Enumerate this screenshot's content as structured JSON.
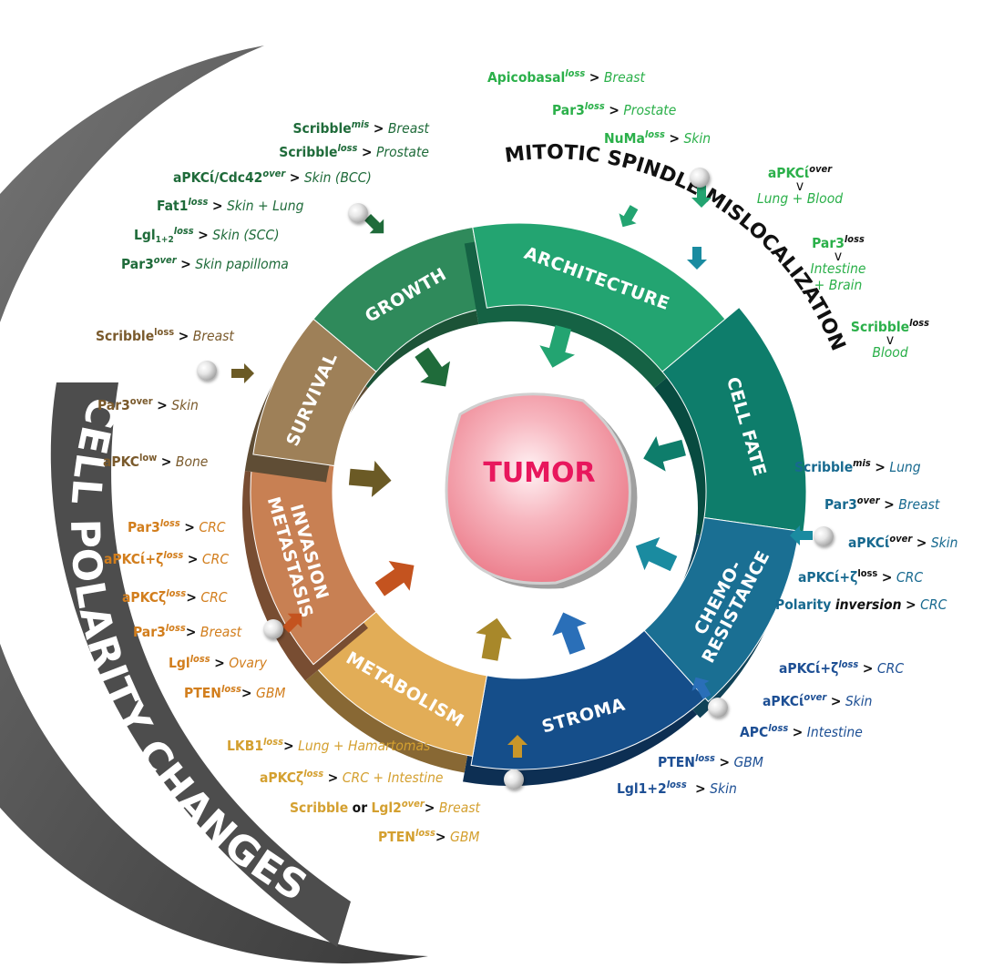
{
  "outer_title": "CELL POLARITY CHANGES",
  "spindle_title": "MITOTIC SPINDLE MISLOCALIZATION",
  "center_label": "TUMOR",
  "segments": [
    {
      "id": "growth",
      "label": "GROWTH",
      "color": "#2f8a5b"
    },
    {
      "id": "architecture",
      "label": "ARCHITECTURE",
      "color": "#23a471"
    },
    {
      "id": "cell-fate",
      "label": "CELL FATE",
      "color": "#0e7d6b"
    },
    {
      "id": "chemoresistance",
      "label_lines": [
        "CHEMO-",
        "RESISTANCE"
      ],
      "color": "#1a6f93"
    },
    {
      "id": "stroma",
      "label": "STROMA",
      "color": "#154e8a"
    },
    {
      "id": "metabolism",
      "label": "METABOLISM",
      "color": "#e2ad57"
    },
    {
      "id": "invasion",
      "label_lines": [
        "INVASION",
        "METASTASIS"
      ],
      "color": "#c88053"
    },
    {
      "id": "survival",
      "label": "SURVIVAL",
      "color": "#9e8058"
    }
  ],
  "annotations": {
    "growth": [
      {
        "gene": "Scribble",
        "sup": "mis",
        "tissue": "Breast"
      },
      {
        "gene": "Scribble",
        "sup": "loss",
        "tissue": "Prostate"
      },
      {
        "gene": "aPKCί/Cdc42",
        "sup": "over",
        "tissue": "Skin (BCC)"
      },
      {
        "gene": "Fat1",
        "sup": "loss",
        "tissue": "Skin + Lung"
      },
      {
        "gene": "Lgl",
        "sub": "1+2",
        "sup": "loss",
        "tissue": "Skin (SCC)"
      },
      {
        "gene": "Par3",
        "sup": "over",
        "tissue": "Skin papilloma"
      }
    ],
    "architecture": [
      {
        "gene": "Apicobasal",
        "sup": "loss",
        "tissue": "Breast"
      },
      {
        "gene": "Par3",
        "sup": "loss",
        "tissue": "Prostate"
      },
      {
        "gene": "NuMa",
        "sup": "loss",
        "tissue": "Skin"
      }
    ],
    "spindle": [
      {
        "gene": "aPKCί",
        "sup": "over",
        "mark": "v",
        "tissue": "Lung + Blood"
      },
      {
        "gene": "Par3",
        "sup": "loss",
        "mark": "v",
        "tissue_lines": [
          "Intestine",
          "+ Brain"
        ]
      },
      {
        "gene": "Scribble",
        "sup": "loss",
        "mark": "v",
        "tissue": "Blood"
      }
    ],
    "survival": [
      {
        "gene": "Scribble",
        "sup": "loss",
        "tissue": "Breast"
      },
      {
        "gene": "Par3",
        "sup": "over",
        "tissue": "Skin"
      },
      {
        "gene": "aPKC",
        "sup": "low",
        "tissue": "Bone"
      }
    ],
    "invasion": [
      {
        "gene": "Par3",
        "sup": "loss",
        "tissue": "CRC"
      },
      {
        "gene": "aPKCί+ζ",
        "sup": "loss",
        "tissue": "CRC"
      },
      {
        "gene": "aPKCζ",
        "sup": "loss",
        "tissue": "CRC"
      },
      {
        "gene": "Par3",
        "sup": "loss",
        "tissue": "Breast"
      },
      {
        "gene": "Lgl",
        "sup": "loss",
        "tissue": "Ovary"
      },
      {
        "gene": "PTEN",
        "sup": "loss",
        "tissue": "GBM"
      }
    ],
    "metabolism": [
      {
        "gene": "LKB1",
        "sup": "loss",
        "tissue": "Lung + Hamartomas"
      },
      {
        "gene": "aPKCζ",
        "sup": "loss",
        "tissue": "CRC + Intestine"
      },
      {
        "gene": "Scribble",
        "connector": "or",
        "gene2": "Lgl2",
        "sup": "over",
        "tissue": "Breast"
      },
      {
        "gene": "PTEN",
        "sup": "loss",
        "tissue": "GBM"
      }
    ],
    "chemoresistance": [
      {
        "gene": "Scribble",
        "sup": "mis",
        "tissue": "Lung"
      },
      {
        "gene": "Par3",
        "sup": "over",
        "tissue": "Breast"
      },
      {
        "gene": "aPKCί",
        "sup": "over",
        "tissue": "Skin"
      },
      {
        "gene": "aPKCί+ζ",
        "sup": "loss",
        "tissue": "CRC"
      },
      {
        "gene": "Polarity",
        "qualifier": "inversion",
        "tissue": "CRC"
      }
    ],
    "stroma": [
      {
        "gene": "aPKCί+ζ",
        "sup": "loss",
        "tissue": "CRC"
      },
      {
        "gene": "aPKCί",
        "sup": "over",
        "tissue": "Skin"
      },
      {
        "gene": "APC",
        "sup": "loss",
        "tissue": "Intestine"
      },
      {
        "gene": "PTEN",
        "sup": "loss",
        "tissue": "GBM"
      },
      {
        "gene": "Lgl1+2",
        "sup": "loss",
        "tissue": "Skin"
      }
    ]
  },
  "colors": {
    "growth_text": "#1f6b3a",
    "architecture_text": "#2bb04a",
    "spindle_text": "#2bb04a",
    "survival_text": "#7a5a2c",
    "invasion_text": "#d27e1d",
    "metabolism_text": "#d4a030",
    "chemo_text": "#17698f",
    "stroma_text": "#1d4f94",
    "tumor_fill": "#f39aa6",
    "outer_band": "#555555"
  },
  "icons": [
    "pin-icon",
    "arrow-icon"
  ]
}
